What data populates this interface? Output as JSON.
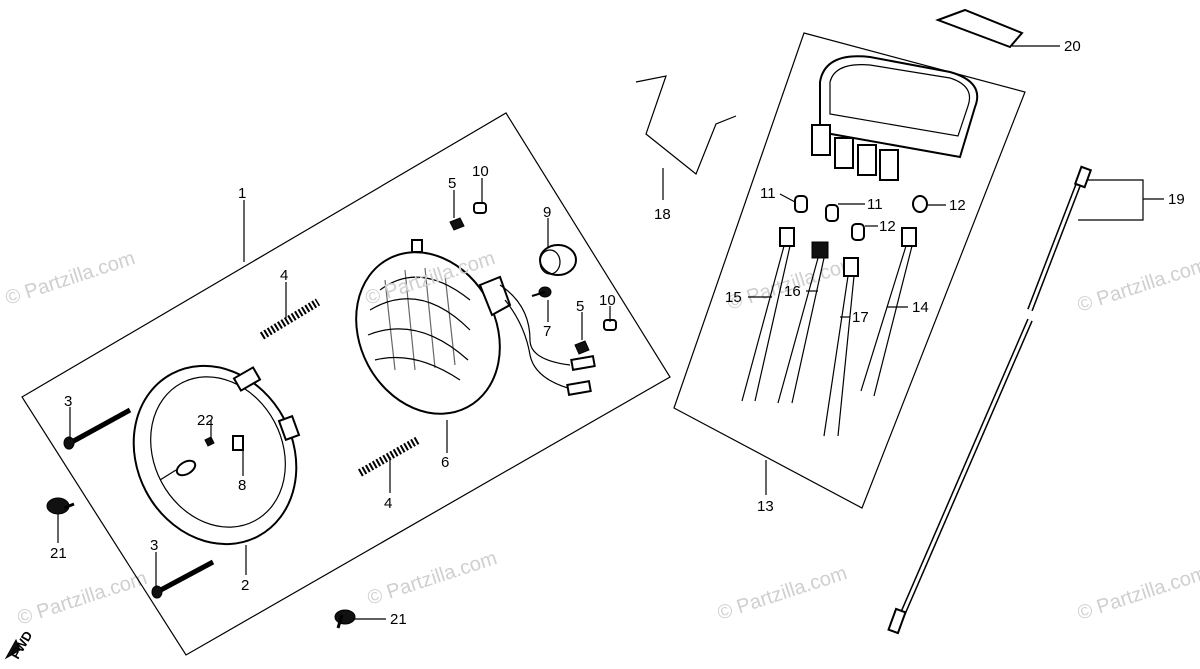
{
  "watermark": {
    "text": "© Partzilla.com",
    "inline_text": "© Partzilla.com"
  },
  "direction_label": "FWD",
  "callouts": {
    "p1": "1",
    "p2": "2",
    "p3a": "3",
    "p3b": "3",
    "p4a": "4",
    "p4b": "4",
    "p5a": "5",
    "p5b": "5",
    "p6": "6",
    "p7": "7",
    "p8": "8",
    "p9": "9",
    "p10a": "10",
    "p10b": "10",
    "p11a": "11",
    "p11b": "11",
    "p12a": "12",
    "p12b": "12",
    "p13": "13",
    "p14": "14",
    "p15": "15",
    "p16": "16",
    "p17": "17",
    "p18": "18",
    "p19": "19",
    "p20": "20",
    "p21a": "21",
    "p21b": "21",
    "p22": "22"
  }
}
